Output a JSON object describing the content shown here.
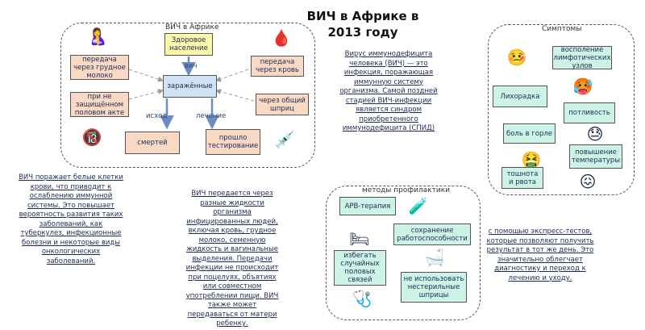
{
  "title_line1": "ВИЧ в Африке в",
  "title_line2": "2013 году",
  "transmission": {
    "label": "ВИЧ в Африке",
    "healthy": "Здоровое население",
    "edge_hiv": "вич",
    "infected": "заражённые",
    "milk": "передача через грудное молоко",
    "blood": "передача через кровь",
    "sex": "при не защищённом половом акте",
    "syringe": "через общий шприц",
    "outcome_label": "исход",
    "treatment_label": "лечение",
    "deaths": "смертей",
    "tested": "прошло тестирование"
  },
  "definition": "Вирус иммунодефицита человека (ВИЧ) — это инфекция, поражающая иммунную систему организма. Самой поздней стадией ВИЧ-инфекции является синдром приобретенного иммунодефицита (СПИД)",
  "symptoms": {
    "label": "Симптомы",
    "lymph": "восполение лимфотических узлов",
    "fever": "Лихорадка",
    "sweat": "потливость",
    "throat": "боль в горле",
    "temp": "повышение температуры",
    "nausea": "тошнота и рвота"
  },
  "left_note": "ВИЧ поражает белые клетки крови, что приводит к ослаблению иммунной системы. Это повышает вероятность развития таких заболеваний, как туберкулез, инфекционные болезни и некоторые виды онкологических заболеваний.",
  "middle_note": "ВИЧ передается через разные жидкости организма инфицированных людей, включая кровь, грудное молоко, семенную жидкость и вагинальные выделения. Передачи инфекции не происходит при поцелуях, объятиях или совместном употреблении пищи. ВИЧ также может передаваться от матери ребенку.",
  "prevention": {
    "label": "методы профилактики",
    "arv": "АРВ-терапия",
    "work": "сохранение работоспособности",
    "avoid": "избегать случайных половых связей",
    "syringes": "не использовать нестерильные шприцы"
  },
  "right_note": "с помощью экспресс-тестов, которые позволяют получить результат в тот же день. Это значительно облегчает диагностику и переход к лечению и уходу.",
  "icons": {
    "mother": "🤱",
    "blood": "🩸",
    "age18": "🔞",
    "syringe": "💉",
    "sick": "🤒",
    "hot": "🥵",
    "sweat_face": "😓",
    "nausea_face": "🤮",
    "tired_face": "😖",
    "test_tube": "🧪",
    "bed": "🛏",
    "bath": "🛁",
    "stethoscope": "🩺"
  },
  "colors": {
    "arrow_gray": "#9a9a9a",
    "arrow_blue": "#6d8cc2",
    "orange_box": "#f9d9c4",
    "yellow_box": "#fbf7a8",
    "blue_box": "#cfe3f4",
    "mint_box": "#cdf3e6"
  }
}
